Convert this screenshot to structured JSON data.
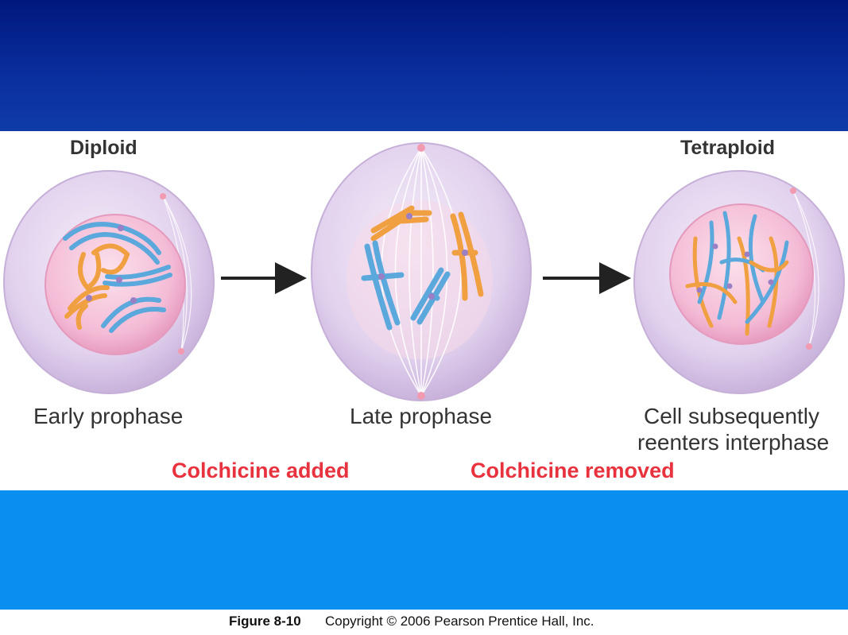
{
  "labels": {
    "diploid": "Diploid",
    "tetraploid": "Tetraploid",
    "early_prophase": "Early prophase",
    "late_prophase": "Late prophase",
    "reenters_line1": "Cell subsequently",
    "reenters_line2": "reenters interphase",
    "colchicine_added": "Colchicine added",
    "colchicine_removed": "Colchicine removed"
  },
  "caption": {
    "figure": "Figure 8-10",
    "copyright": "Copyright © 2006 Pearson Prentice Hall, Inc."
  },
  "colors": {
    "top_band": "#00187e",
    "bottom_band": "#0a8ef0",
    "red_text": "#e8333f",
    "chromosome_orange": "#f0a040",
    "chromosome_blue": "#5aa8dc",
    "cell_lilac": "#e4d6ef",
    "nucleus_pink": "#f5c6dc"
  }
}
